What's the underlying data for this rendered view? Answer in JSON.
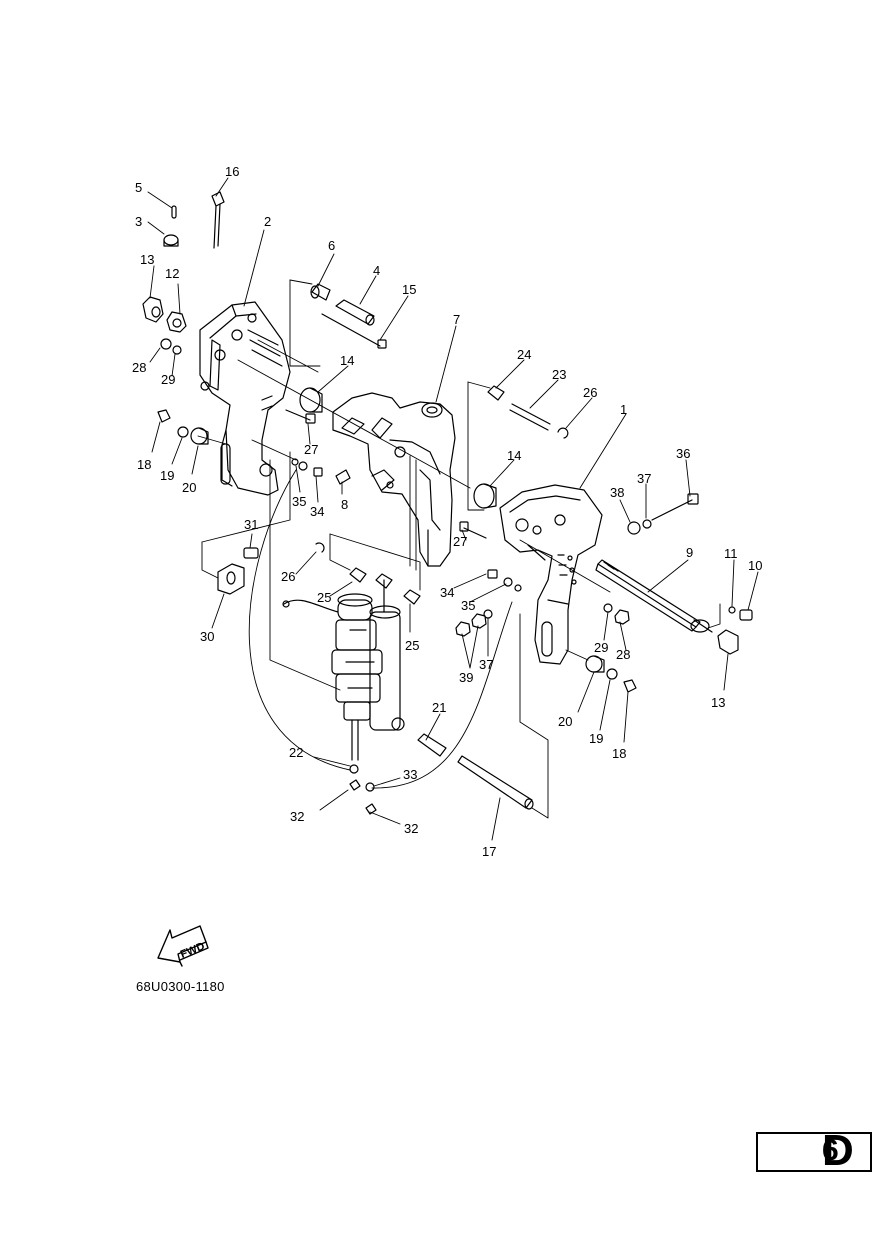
{
  "diagram": {
    "code": "68U0300-1180",
    "section": {
      "letter": "D",
      "number": "6"
    },
    "fwd_label": "FWD"
  },
  "callouts": [
    {
      "id": "c1",
      "text": "1"
    },
    {
      "id": "c2",
      "text": "2"
    },
    {
      "id": "c3",
      "text": "3"
    },
    {
      "id": "c4",
      "text": "4"
    },
    {
      "id": "c5",
      "text": "5"
    },
    {
      "id": "c6",
      "text": "6"
    },
    {
      "id": "c7",
      "text": "7"
    },
    {
      "id": "c8",
      "text": "8"
    },
    {
      "id": "c9",
      "text": "9"
    },
    {
      "id": "c10",
      "text": "10"
    },
    {
      "id": "c11",
      "text": "11"
    },
    {
      "id": "c12",
      "text": "12"
    },
    {
      "id": "c13a",
      "text": "13"
    },
    {
      "id": "c13b",
      "text": "13"
    },
    {
      "id": "c14a",
      "text": "14"
    },
    {
      "id": "c14b",
      "text": "14"
    },
    {
      "id": "c15",
      "text": "15"
    },
    {
      "id": "c16",
      "text": "16"
    },
    {
      "id": "c17",
      "text": "17"
    },
    {
      "id": "c18a",
      "text": "18"
    },
    {
      "id": "c18b",
      "text": "18"
    },
    {
      "id": "c19a",
      "text": "19"
    },
    {
      "id": "c19b",
      "text": "19"
    },
    {
      "id": "c20a",
      "text": "20"
    },
    {
      "id": "c20b",
      "text": "20"
    },
    {
      "id": "c21",
      "text": "21"
    },
    {
      "id": "c22",
      "text": "22"
    },
    {
      "id": "c23",
      "text": "23"
    },
    {
      "id": "c24",
      "text": "24"
    },
    {
      "id": "c25a",
      "text": "25"
    },
    {
      "id": "c25b",
      "text": "25"
    },
    {
      "id": "c26a",
      "text": "26"
    },
    {
      "id": "c26b",
      "text": "26"
    },
    {
      "id": "c27a",
      "text": "27"
    },
    {
      "id": "c27b",
      "text": "27"
    },
    {
      "id": "c28a",
      "text": "28"
    },
    {
      "id": "c28b",
      "text": "28"
    },
    {
      "id": "c29a",
      "text": "29"
    },
    {
      "id": "c29b",
      "text": "29"
    },
    {
      "id": "c30",
      "text": "30"
    },
    {
      "id": "c31",
      "text": "31"
    },
    {
      "id": "c32a",
      "text": "32"
    },
    {
      "id": "c32b",
      "text": "32"
    },
    {
      "id": "c33",
      "text": "33"
    },
    {
      "id": "c34a",
      "text": "34"
    },
    {
      "id": "c34b",
      "text": "34"
    },
    {
      "id": "c35a",
      "text": "35"
    },
    {
      "id": "c35b",
      "text": "35"
    },
    {
      "id": "c36",
      "text": "36"
    },
    {
      "id": "c37a",
      "text": "37"
    },
    {
      "id": "c37b",
      "text": "37"
    },
    {
      "id": "c38",
      "text": "38"
    },
    {
      "id": "c39",
      "text": "39"
    }
  ]
}
